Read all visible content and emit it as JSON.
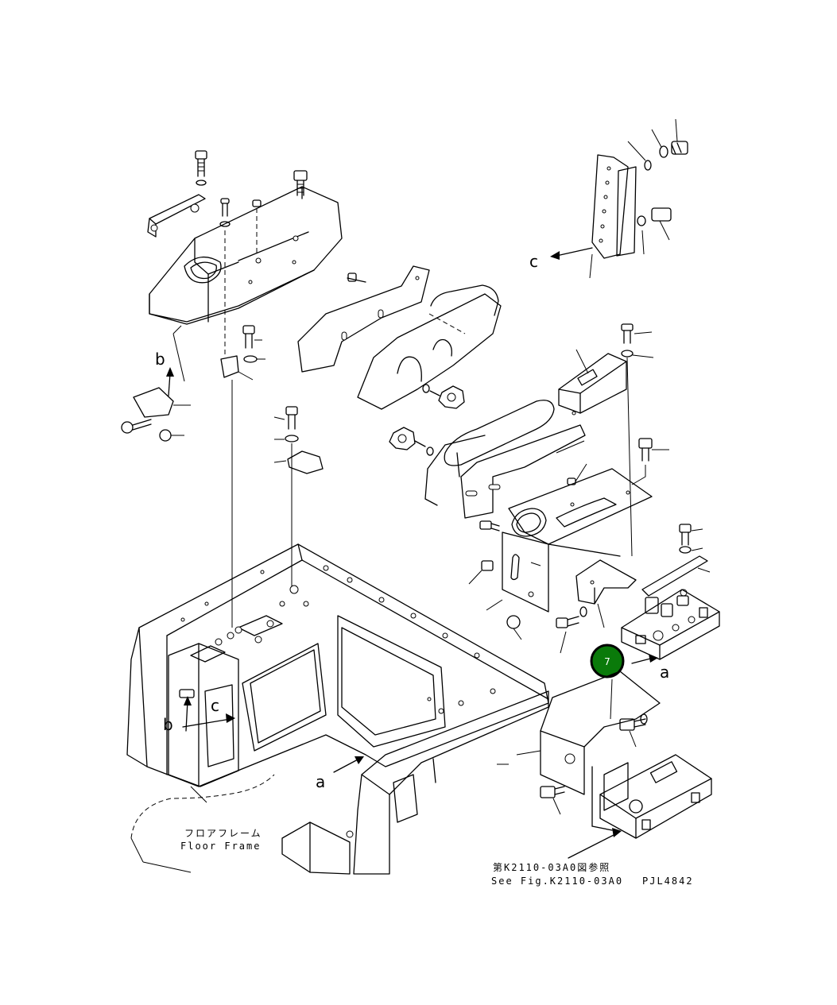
{
  "diagram": {
    "labels": {
      "b_top": "b",
      "c_top": "c",
      "a_right": "a",
      "c_frame": "c",
      "b_frame": "b",
      "a_frame": "a"
    },
    "floor_frame": {
      "jp": "フロアフレーム",
      "en": "Floor Frame"
    },
    "reference": {
      "jp": "第K2110-03A0図参照",
      "en": "See Fig.K2110-03A0"
    },
    "drawing_number": "PJL4842",
    "callout": {
      "number": "7",
      "color": "#0a7a0a"
    }
  }
}
